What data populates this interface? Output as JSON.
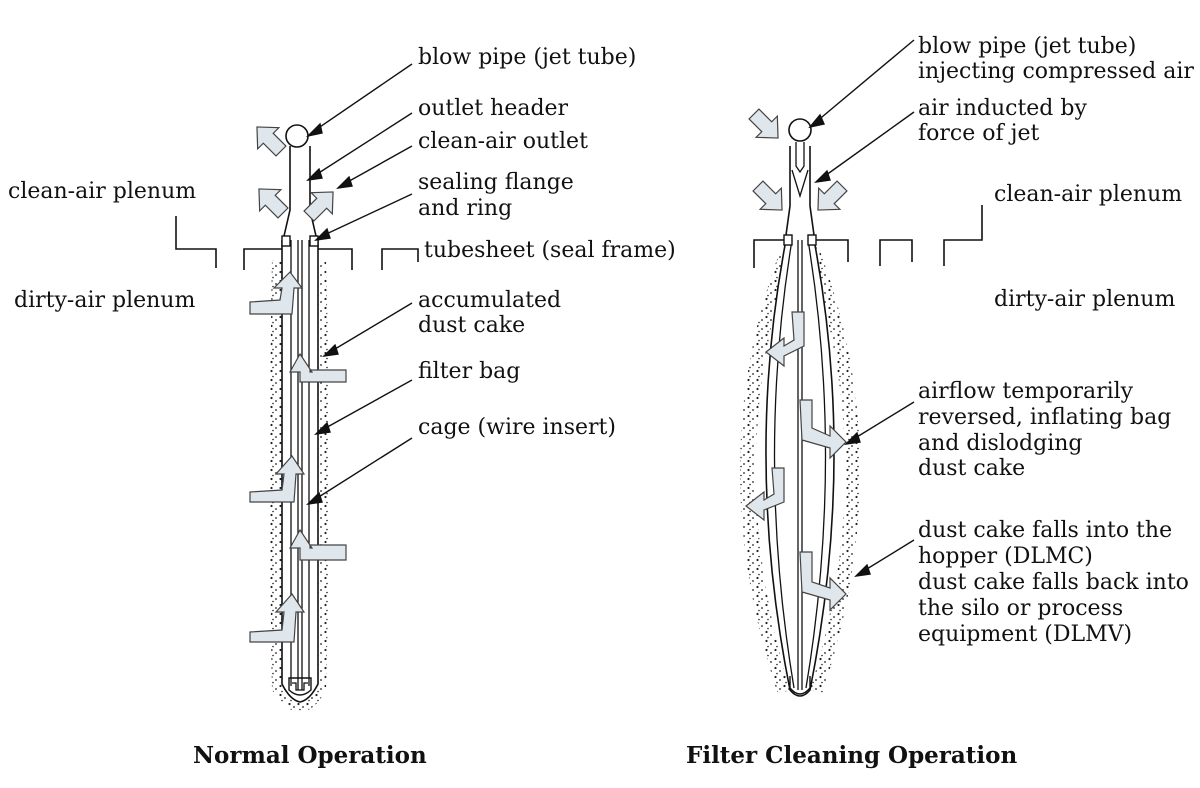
{
  "normal": {
    "caption": "Normal Operation",
    "labels": {
      "blow_pipe": "blow pipe (jet tube)",
      "outlet_header": "outlet header",
      "clean_air_outlet": "clean-air outlet",
      "sealing_flange_1": "sealing flange",
      "sealing_flange_2": "and ring",
      "tubesheet": "tubesheet (seal frame)",
      "accumulated_1": "accumulated",
      "accumulated_2": "dust cake",
      "filter_bag": "filter bag",
      "cage": "cage (wire insert)",
      "clean_plenum": "clean-air plenum",
      "dirty_plenum": "dirty-air plenum"
    }
  },
  "cleaning": {
    "caption": "Filter Cleaning Operation",
    "labels": {
      "blow_pipe_1": "blow pipe (jet tube)",
      "blow_pipe_2": "injecting compressed air",
      "inducted_1": "air inducted by",
      "inducted_2": "force of jet",
      "clean_plenum": "clean-air plenum",
      "dirty_plenum": "dirty-air plenum",
      "reversed_1": "airflow temporarily",
      "reversed_2": "reversed, inflating bag",
      "reversed_3": "and dislodging",
      "reversed_4": "dust cake",
      "falls_1": "dust cake falls into the",
      "falls_2": "hopper (DLMC)",
      "falls_3": "dust cake falls back into",
      "falls_4": "the silo or process",
      "falls_5": "equipment (DLMV)"
    }
  },
  "colors": {
    "arrow_fill": "#dfe6ec",
    "line": "#111111"
  }
}
